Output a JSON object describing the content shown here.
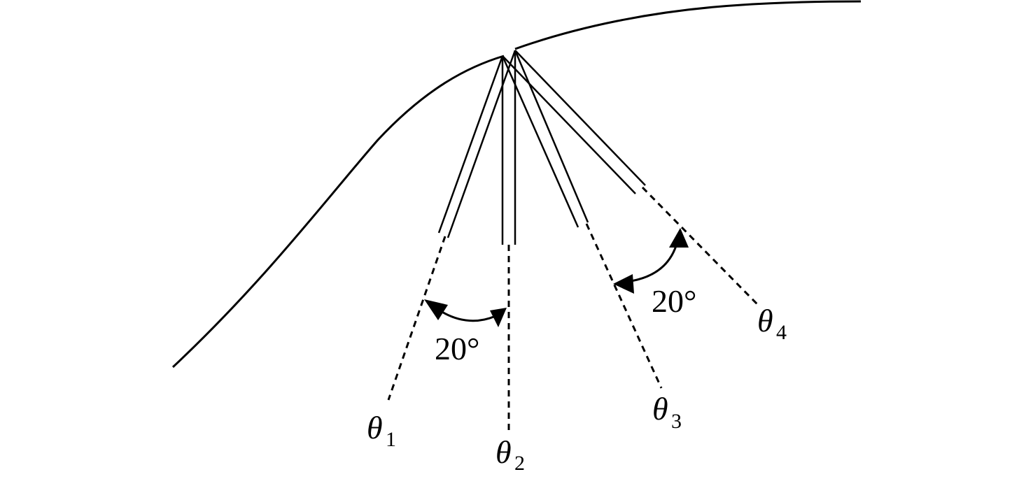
{
  "angle_labels": {
    "left": "20°",
    "right": "20°"
  },
  "angles": [
    {
      "symbol": "θ",
      "subscript": "1"
    },
    {
      "symbol": "θ",
      "subscript": "2"
    },
    {
      "symbol": "θ",
      "subscript": "3"
    },
    {
      "symbol": "θ",
      "subscript": "4"
    }
  ]
}
